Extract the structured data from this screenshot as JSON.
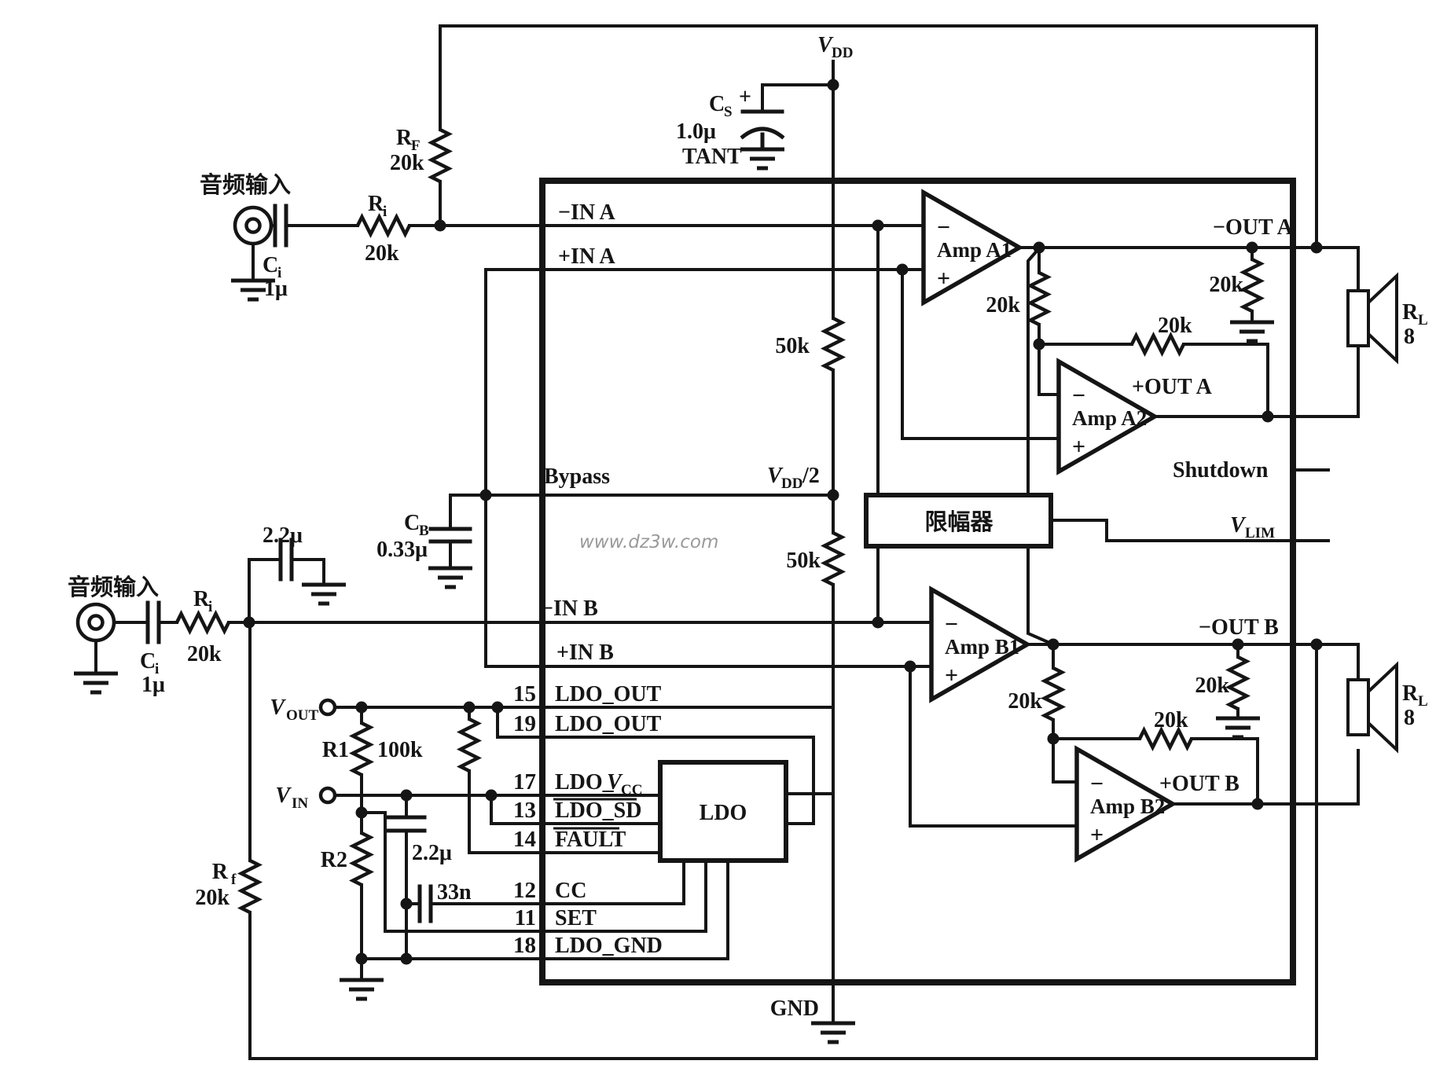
{
  "watermark": "www.dz3w.com",
  "power": {
    "vdd": {
      "v": "V",
      "sub": "DD"
    },
    "vdd_half": {
      "v": "V",
      "sub": "DD",
      "rest": "/2"
    },
    "gnd": "GND",
    "cs": {
      "name": "C",
      "sub": "S",
      "plus": "+",
      "value": "1.0μ",
      "type": "TANT"
    }
  },
  "divider": {
    "r_top": "50k",
    "r_bot": "50k"
  },
  "input_a": {
    "label": "音频输入",
    "ci": {
      "name": "C",
      "sub": "i",
      "value": "1μ"
    },
    "ri": {
      "name": "R",
      "sub": "i",
      "value": "20k"
    },
    "rf": {
      "name": "R",
      "sub": "F",
      "value": "20k"
    }
  },
  "input_b": {
    "label": "音频输入",
    "ci": {
      "name": "C",
      "sub": "i",
      "value": "1μ"
    },
    "ri": {
      "name": "R",
      "sub": "i",
      "value": "20k"
    },
    "cap": "2.2μ",
    "rf": {
      "name": "R",
      "sub": "f",
      "value": "20k"
    }
  },
  "pins": {
    "in_a_neg": "−IN A",
    "in_a_pos": "+IN A",
    "bypass": "Bypass",
    "in_b_neg": "−IN B",
    "in_b_pos": "+IN B",
    "out_a_neg": "−OUT A",
    "out_a_pos": "+OUT A",
    "out_b_neg": "−OUT B",
    "out_b_pos": "+OUT B",
    "shutdown": "Shutdown",
    "vlim": {
      "v": "V",
      "sub": "LIM"
    },
    "gnd": "GND"
  },
  "amps": {
    "a1": "Amp A1",
    "a2": "Amp A2",
    "b1": "Amp B1",
    "b2": "Amp B2",
    "minus": "−",
    "plus": "+"
  },
  "fb": {
    "a_vert": "20k",
    "a_horiz": "20k",
    "a_gnd": "20k",
    "b_vert": "20k",
    "b_horiz": "20k",
    "b_gnd": "20k"
  },
  "limiter": "限幅器",
  "ldo": {
    "block": "LDO",
    "rows": [
      {
        "num": "15",
        "label": "LDO_OUT"
      },
      {
        "num": "19",
        "label": "LDO_OUT"
      },
      {
        "num": "17",
        "label": "LDO_",
        "v": "V",
        "sub": "CC"
      },
      {
        "num": "13",
        "label": "LDO_SD"
      },
      {
        "num": "14",
        "label": "FAULT"
      },
      {
        "num": "12",
        "label": "CC"
      },
      {
        "num": "11",
        "label": "SET"
      },
      {
        "num": "18",
        "label": "LDO_GND"
      }
    ],
    "vout": {
      "v": "V",
      "sub": "OUT"
    },
    "vin": {
      "v": "V",
      "sub": "IN"
    },
    "r1": {
      "name": "R1",
      "value": "100k"
    },
    "r2": "R2",
    "cap_2u2": "2.2μ",
    "cap_33n": "33n"
  },
  "load": {
    "rl": {
      "name": "R",
      "sub": "L"
    },
    "value": "8"
  }
}
